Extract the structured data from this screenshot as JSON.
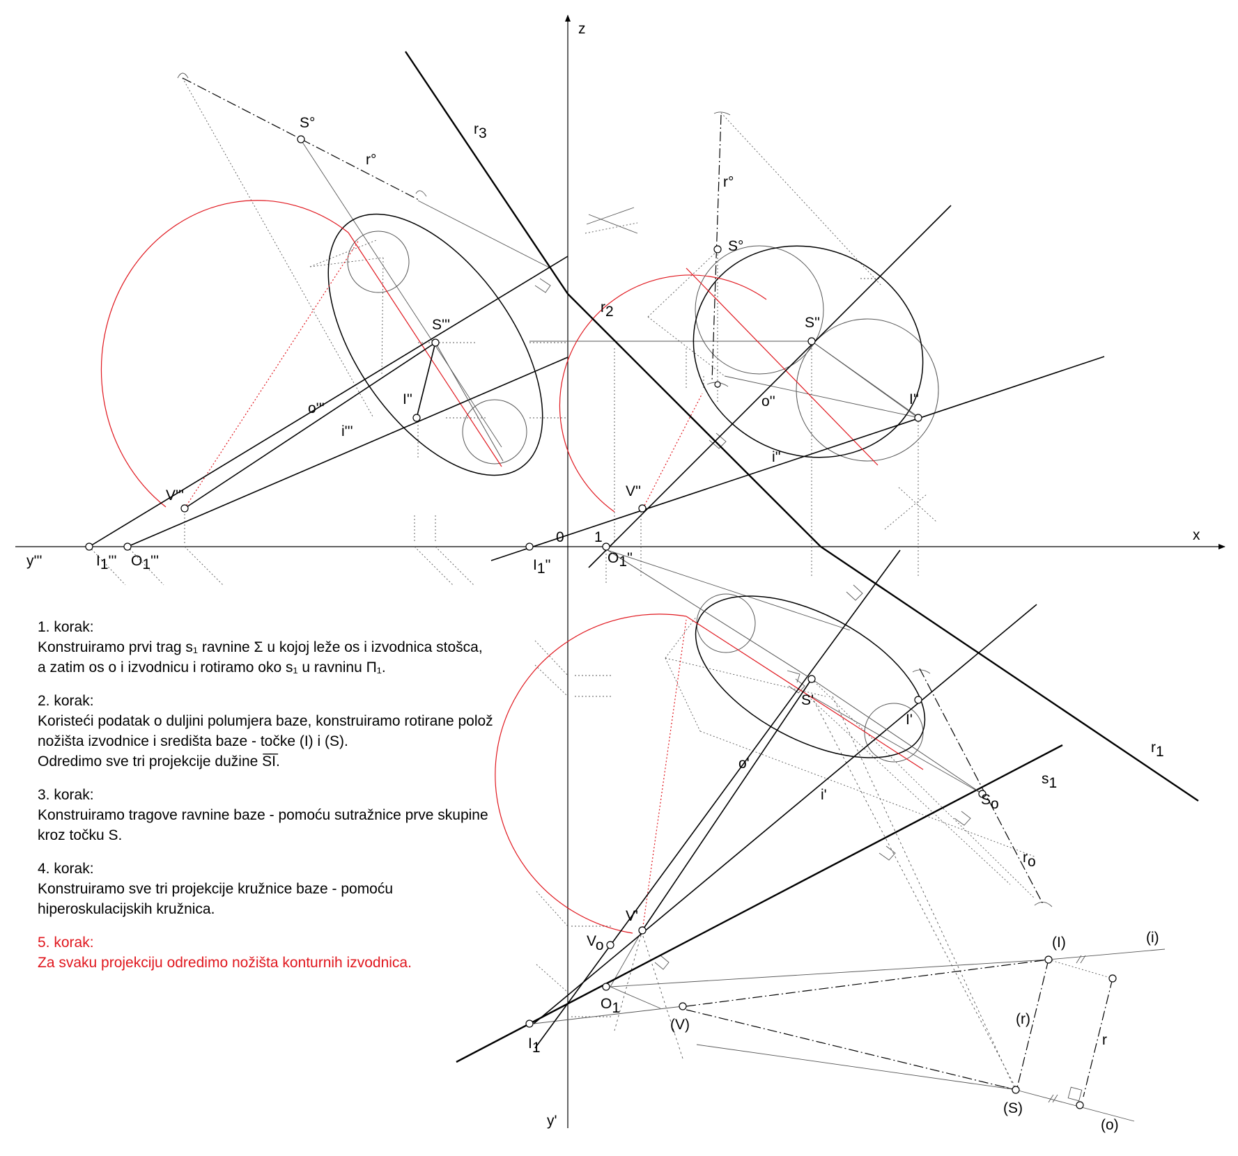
{
  "colors": {
    "ink": "#000000",
    "construction": "#555555",
    "accent": "#e0161d"
  },
  "axes": {
    "x": "x",
    "z": "z",
    "y_side": "y'''",
    "y_top": "y'",
    "origin": "0",
    "unit": "1"
  },
  "labels": {
    "r1": "r",
    "r2": "r",
    "r3": "r",
    "r1_sub": "1",
    "r2_sub": "2",
    "r3_sub": "3",
    "s1": "s",
    "s1_sub": "1",
    "S_side": "S'''",
    "I_side": "I''",
    "V_side": "V'''",
    "o_side": "o'''",
    "i_side": "i'''",
    "So_side": "S°",
    "ro_side": "r°",
    "I1_side": "I",
    "I1_side_sub": "1",
    "I1_side_sup": "'''",
    "O1_side": "O",
    "O1_side_sub": "1",
    "O1_side_sup": "'''",
    "S_front": "S''",
    "I_front": "I''",
    "V_front": "V''",
    "o_front": "o''",
    "i_front": "i''",
    "So_front": "S°",
    "ro_front": "r°",
    "I1_front": "I",
    "I1_front_sub": "1",
    "I1_front_sup": "''",
    "O1_front": "O",
    "O1_front_sub": "1",
    "O1_front_sup": "''",
    "S_top": "S'",
    "I_top": "I'",
    "V_top": "V'",
    "o_top": "o'",
    "i_top": "i'",
    "So_top": "S",
    "So_top_sub": "o",
    "ro_top": "r",
    "ro_top_sub": "o",
    "Vo_top": "V",
    "Vo_top_sub": "o",
    "O1_top": "O",
    "O1_top_sub": "1",
    "I1_top": "I",
    "I1_top_sub": "1",
    "I_rot": "(I)",
    "S_rot": "(S)",
    "V_rot": "(V)",
    "r_rot": "(r)",
    "i_rot": "(i)",
    "o_rot": "(o)",
    "r": "r"
  },
  "steps": [
    {
      "title": "1. korak:",
      "lines": [
        "Konstruiramo prvi trag s₁ ravnine Σ u kojoj leže os i izvodnica stošca,",
        "a zatim os o i izvodnicu i rotiramo oko s₁ u ravninu Π₁."
      ]
    },
    {
      "title": "2. korak:",
      "lines": [
        "Koristeći podatak o duljini polumjera baze, konstruiramo rotirane polož",
        "nožišta izvodnice i  središta baze  - točke (I) i (S).",
        "Odredimo sve tri projekcije dužine S̅I̅."
      ]
    },
    {
      "title": "3. korak:",
      "lines": [
        "Konstruiramo tragove ravnine baze - pomoću sutražnice prve skupine",
        "kroz točku S."
      ]
    },
    {
      "title": "4. korak:",
      "lines": [
        "Konstruiramo sve tri projekcije kružnice baze - pomoću",
        "hiperoskulacijskih kružnica."
      ]
    },
    {
      "title": "5. korak:",
      "lines": [
        "Za svaku projekciju odredimo nožišta konturnih izvodnica."
      ],
      "highlight": true
    }
  ]
}
